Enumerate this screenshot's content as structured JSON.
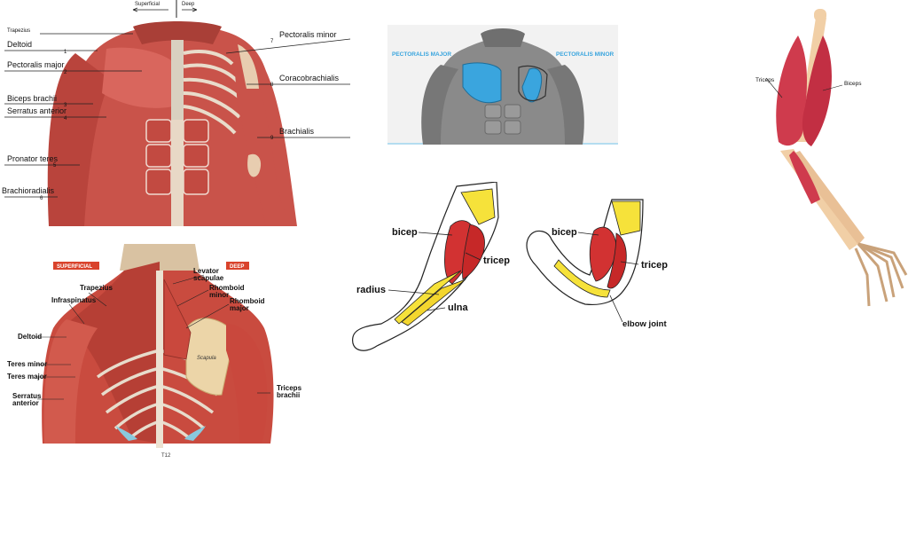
{
  "front_torso": {
    "header_superficial": "Superficial",
    "header_deep": "Deep",
    "labels": {
      "trapezius": "Trapezius",
      "deltoid": "Deltoid",
      "deltoid_num": "1",
      "pectoralis_major": "Pectoralis major",
      "pectoralis_major_num": "2",
      "biceps_brachii": "Biceps brachii",
      "biceps_brachii_num": "3",
      "serratus_anterior": "Serratus anterior",
      "serratus_anterior_num": "4",
      "pronator_teres": "Pronator teres",
      "pronator_teres_num": "5",
      "brachioradialis": "Brachioradialis",
      "brachioradialis_num": "6",
      "pectoralis_minor": "Pectoralis minor",
      "pectoralis_minor_num": "7",
      "coracobrachialis": "Coracobrachialis",
      "coracobrachialis_num": "8",
      "brachialis": "Brachialis",
      "brachialis_num": "9"
    }
  },
  "pectoral": {
    "left_label": "PECTORALIS MAJOR",
    "right_label": "PECTORALIS MINOR",
    "colors": {
      "highlight": "#3aa5de",
      "background": "#f2f2f2"
    }
  },
  "arm_side": {
    "triceps": "Triceps",
    "biceps": "Biceps"
  },
  "back": {
    "superficial": "SUPERFICIAL",
    "deep": "DEEP",
    "labels": {
      "trapezius": "Trapezius",
      "infraspinatus": "Infraspinatus",
      "deltoid": "Deltoid",
      "teres_minor": "Teres minor",
      "teres_major": "Teres major",
      "serratus_anterior_1": "Serratus",
      "serratus_anterior_2": "anterior",
      "levator_1": "Levator",
      "levator_2": "scapulae",
      "rhomboid_minor_1": "Rhomboid",
      "rhomboid_minor_2": "minor",
      "rhomboid_major_1": "Rhomboid",
      "rhomboid_major_2": "major",
      "scapula": "Scapula",
      "triceps_1": "Triceps",
      "triceps_2": "brachii",
      "t12": "T12"
    },
    "colors": {
      "badge": "#d9432c"
    }
  },
  "elbow": {
    "bicep_left": "bicep",
    "tricep_left": "tricep",
    "radius": "radius",
    "ulna": "ulna",
    "bicep_right": "bicep",
    "tricep_right": "tricep",
    "elbow_joint": "elbow joint"
  }
}
